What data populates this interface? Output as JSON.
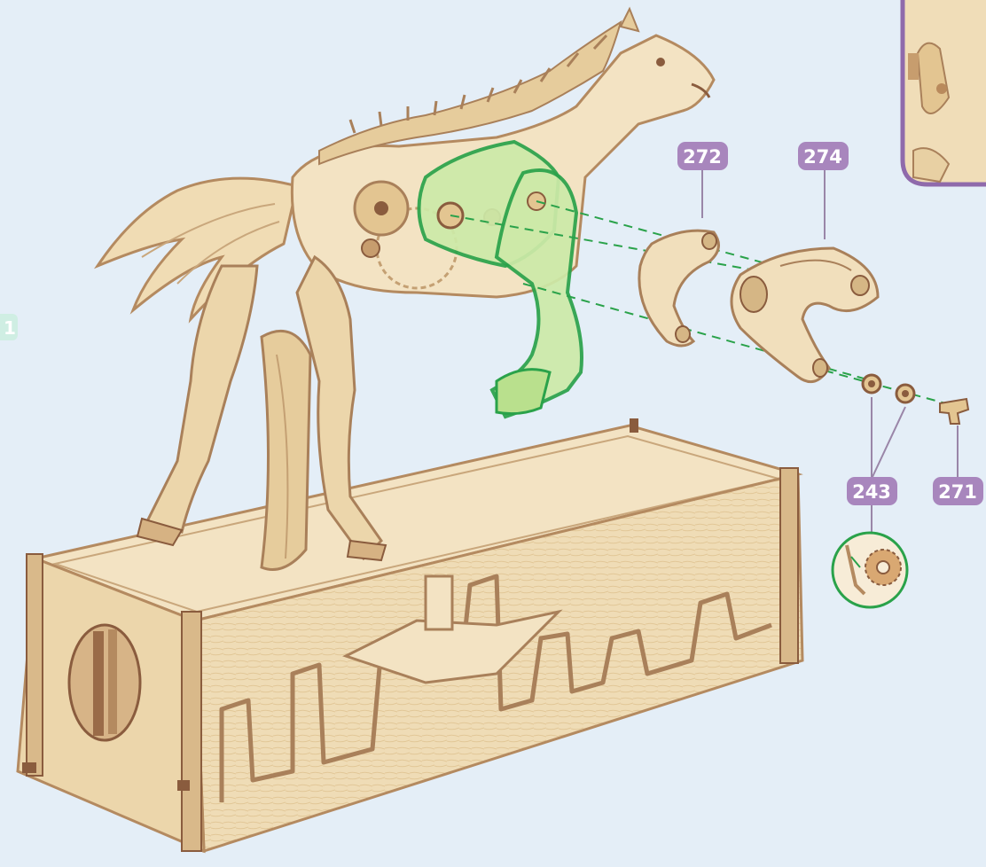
{
  "labels": {
    "part_272": "272",
    "part_274": "274",
    "part_243": "243",
    "part_271": "271",
    "edge_fragment": "1"
  },
  "colors": {
    "background": "#e4eef7",
    "wood_light": "#f1dfbc",
    "wood_mid": "#e6cc9c",
    "wood_edge": "#a9805a",
    "wood_dark": "#8a5c3e",
    "highlight_green": "#2aa24a",
    "highlight_fill": "#cdeaa8",
    "label_purple": "#a886bd",
    "inset_border": "#8f6aab",
    "leader_line": "#9a86a8",
    "teal_fragment": "#cfeee3"
  },
  "icons": {
    "detail_callout": "magnified-gear-detail-icon",
    "guide_lines": "dashed-assembly-guide-lines"
  }
}
